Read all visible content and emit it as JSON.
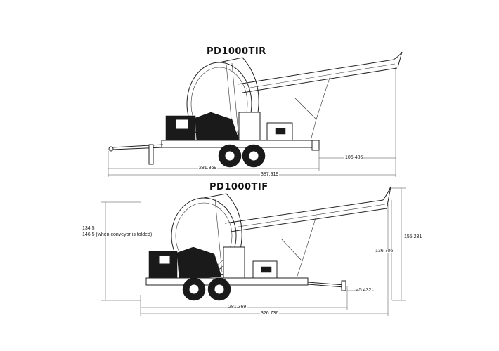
{
  "top": {
    "title": "PD1000TIR",
    "dims": {
      "d1": "106.486",
      "d2": "281.369",
      "d3": "387.919"
    }
  },
  "bottom": {
    "title": "PD1000TIF",
    "dims": {
      "h1_line1": "134.5",
      "h1_line2": "146.5 (when conveyor is folded)",
      "h2": "155.231",
      "h3": "136.706",
      "d4": "45.432",
      "d5": "281.369",
      "d6": "326.736"
    }
  },
  "colors": {
    "ink": "#1a1a1a",
    "background": "#ffffff"
  }
}
